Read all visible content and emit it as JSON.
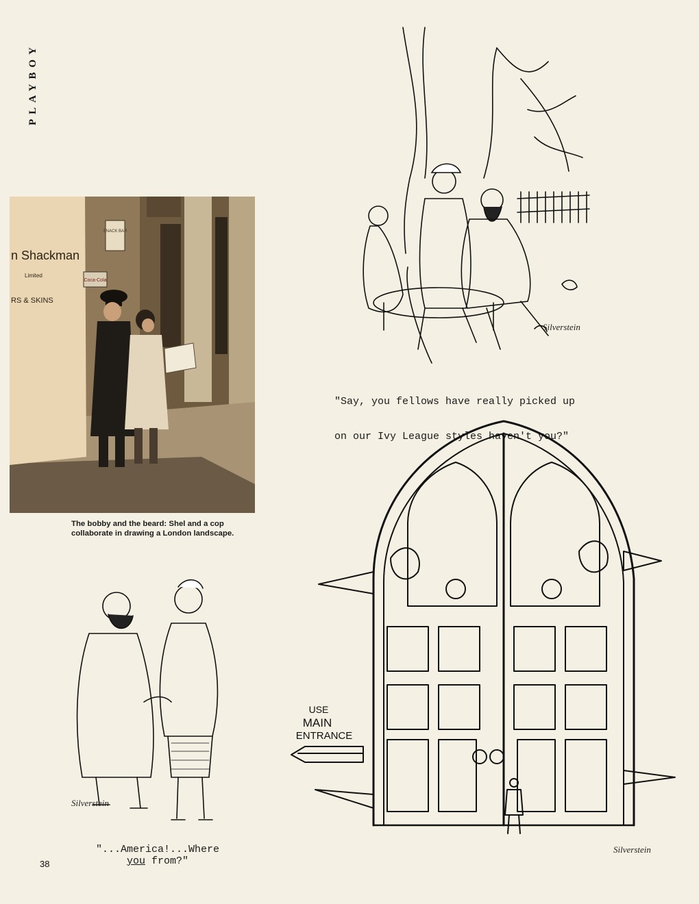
{
  "running_head": "PLAYBOY",
  "page_number": "38",
  "photo": {
    "shop_sign_line1": "n Shackman",
    "shop_sign_line2": "Limited",
    "shop_sign_line3": "RS & SKINS",
    "snack_sign": "SNACK BAR",
    "cola_sign": "Coca-Cola",
    "caption_line1": "The bobby and the beard: Shel and a cop",
    "caption_line2": "collaborate in drawing a London landscape."
  },
  "cartoon_ivy": {
    "caption_line1": "\"Say, you fellows have really picked up",
    "caption_line2": "on our Ivy League styles haven't you?\"",
    "signature": "Silverstein"
  },
  "cartoon_america": {
    "caption_before": "\"...America!...Where",
    "caption_underlined": "you",
    "caption_after": "from?\"",
    "signature": "Silverstein"
  },
  "cartoon_door": {
    "sign_line1": "USE",
    "sign_line2": "MAIN",
    "sign_line3": "ENTRANCE",
    "signature": "Silverstein"
  },
  "colors": {
    "paper": "#f4f0e3",
    "ink": "#111111",
    "photo_tone": "#9d8664"
  }
}
